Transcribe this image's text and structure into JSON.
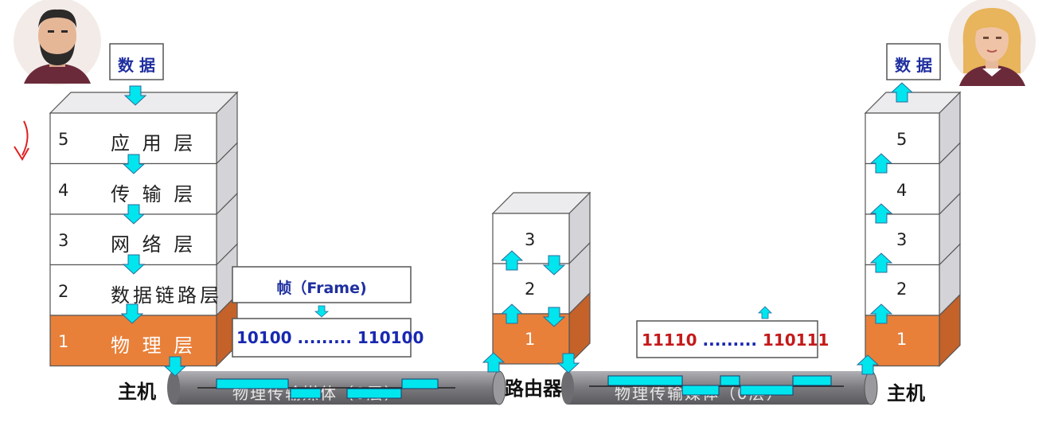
{
  "left_host": {
    "data_label": "数 据",
    "layers": [
      {
        "num": "5",
        "name": "应 用 层"
      },
      {
        "num": "4",
        "name": "传 输 层"
      },
      {
        "num": "3",
        "name": "网 络 层"
      },
      {
        "num": "2",
        "name": "数据链路层"
      },
      {
        "num": "1",
        "name": "物 理 层"
      }
    ],
    "label": "主机"
  },
  "router": {
    "layers": [
      {
        "num": "3"
      },
      {
        "num": "2"
      },
      {
        "num": "1"
      }
    ],
    "label": "路由器"
  },
  "right_host": {
    "data_label": "数 据",
    "layers": [
      {
        "num": "5"
      },
      {
        "num": "4"
      },
      {
        "num": "3"
      },
      {
        "num": "2"
      },
      {
        "num": "1"
      }
    ],
    "label": "主机"
  },
  "frame": {
    "label": "帧（Frame)",
    "bits_left": "10100 ......... 110100"
  },
  "bits_right": {
    "part1": "11110",
    "part2": " ......... ",
    "part3": "1",
    "part4": "10111"
  },
  "media": {
    "left": "物理传输媒体（0层）",
    "right": "物理传输媒体（0层）"
  },
  "colors": {
    "arrow": "#00e5ee",
    "physical_layer": "#e8803a",
    "physical_side": "#c4622a",
    "face": "#ffffff",
    "side": "#d4d4d8",
    "top": "#ececee",
    "pipe": "#8a8a8e"
  },
  "icons": [
    "man-avatar-icon",
    "woman-avatar-icon",
    "red-down-arrow-icon"
  ]
}
